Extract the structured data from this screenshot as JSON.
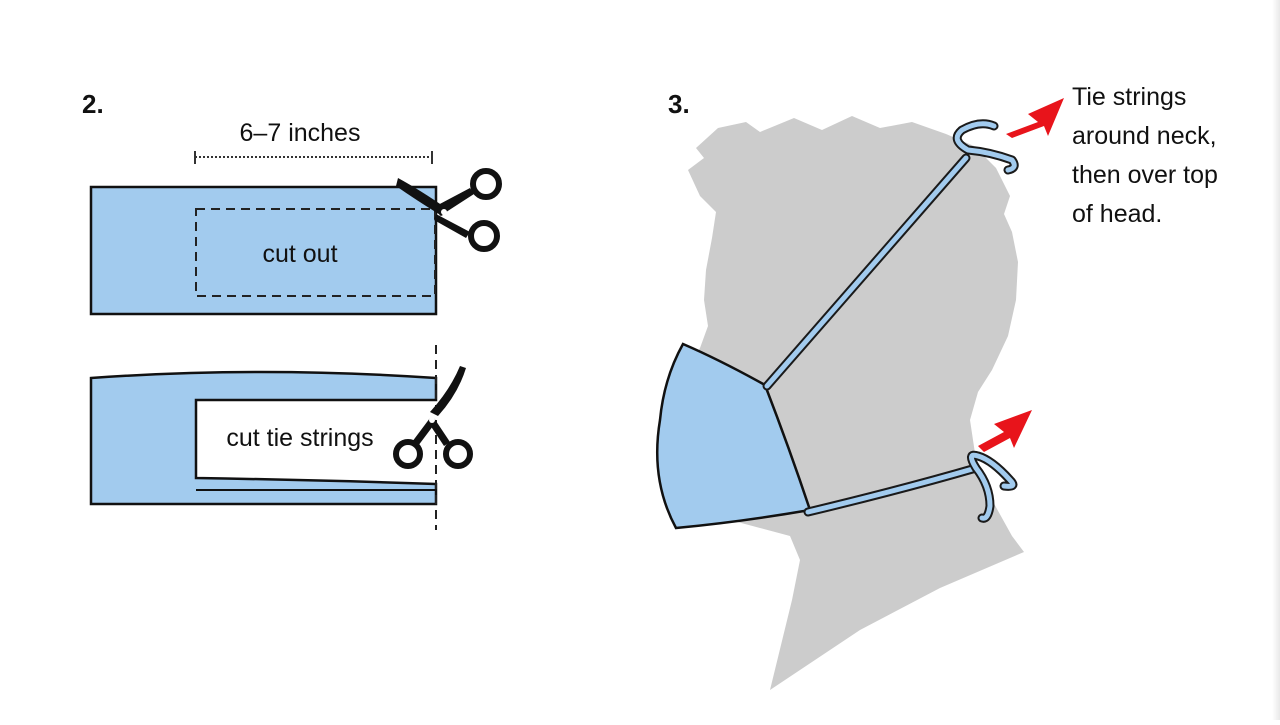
{
  "step2": {
    "number": "2.",
    "measure_label": "6–7 inches",
    "cut_out_label": "cut out",
    "cut_tie_label": "cut tie strings"
  },
  "step3": {
    "number": "3.",
    "instruction_lines": [
      "Tie strings",
      "around neck,",
      "then over top",
      "of head."
    ]
  },
  "colors": {
    "fabric": "#a2cbee",
    "silhouette": "#cccccc",
    "arrow": "#e8141b",
    "outline": "#111111"
  },
  "icons": [
    "scissors-icon",
    "red-arrow-icon"
  ]
}
